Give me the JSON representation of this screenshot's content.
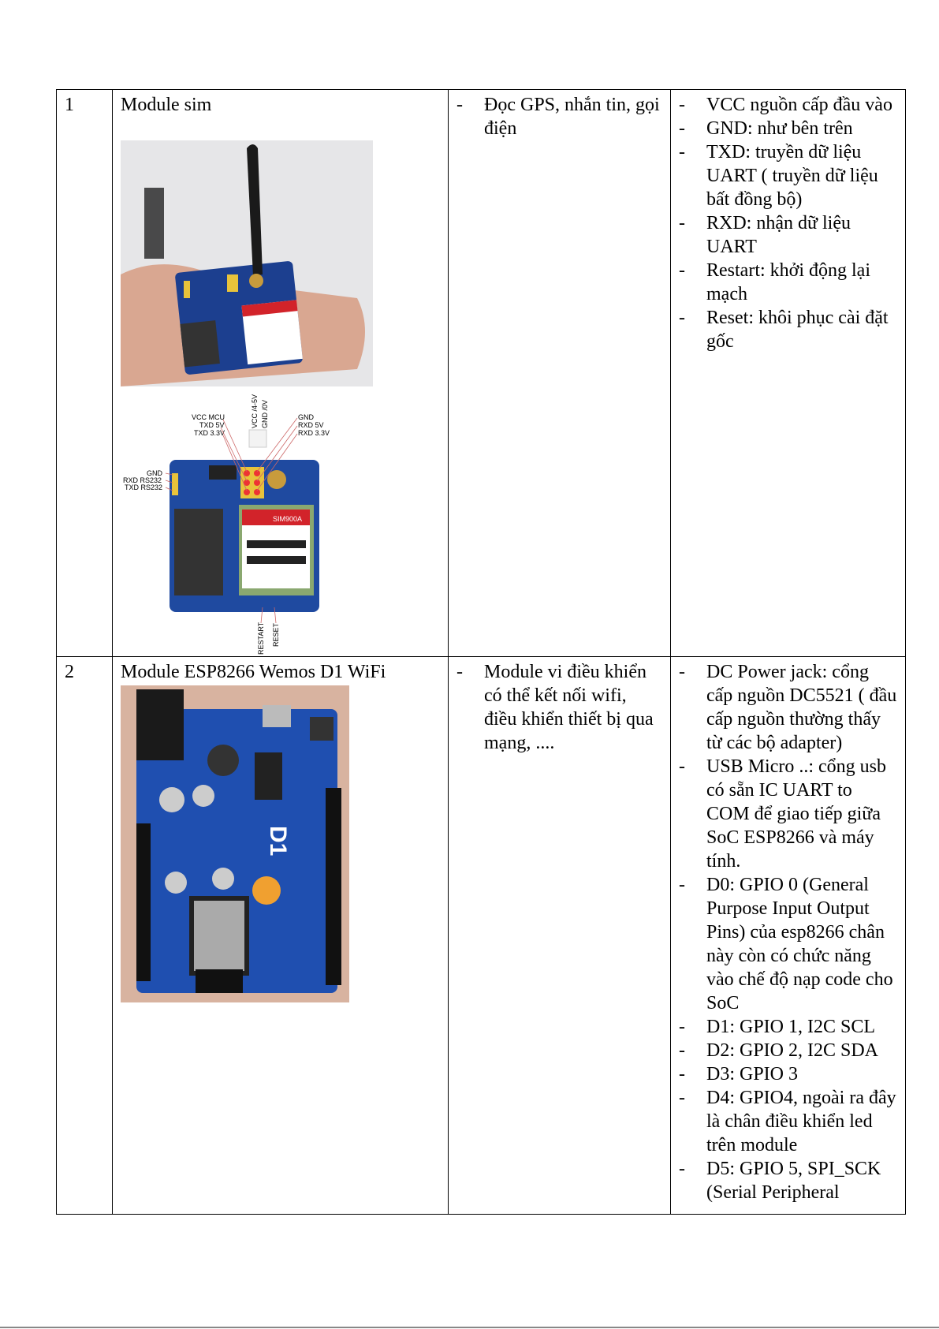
{
  "rows": [
    {
      "index": "1",
      "name": "Module sim",
      "function": [
        "Đọc GPS, nhắn tin, gọi điện"
      ],
      "pins": [
        "VCC nguồn cấp đầu vào",
        "GND: như bên trên",
        "TXD: truyền dữ liệu UART ( truyền dữ liệu bất đồng bộ)",
        "RXD: nhận dữ liệu UART",
        "Restart: khởi động lại mạch",
        "Reset: khôi phục cài đặt gốc"
      ],
      "diagram_labels": {
        "vcc": "VCC /4-5V",
        "gnd0": "GND /0V",
        "vcc_mcu": "VCC MCU",
        "txd5": "TXD 5V",
        "txd33": "TXD 3.3V",
        "gnd": "GND",
        "rxd5": "RXD 5V",
        "rxd33": "RXD 3.3V",
        "gnd2": "GND",
        "rxd232": "RXD RS232",
        "txd232": "TXD RS232",
        "restart": "RESTART",
        "reset": "RESET",
        "chip": "SIM900A"
      }
    },
    {
      "index": "2",
      "name": "Module ESP8266 Wemos D1 WiFi",
      "function": [
        "Module vi điều khiển có thể kết nối wifi, điều khiển thiết bị qua mạng, ...."
      ],
      "pins": [
        "DC Power jack: cổng cấp nguồn DC5521 ( đầu cấp nguồn thường thấy từ các bộ adapter)",
        "USB Micro ..: cổng usb có sẵn IC UART to COM để giao tiếp giữa SoC ESP8266 và máy tính.",
        "D0: GPIO 0 (General Purpose Input Output Pins) của esp8266 chân này còn có chức năng vào chế độ nạp code cho SoC",
        "D1: GPIO 1, I2C SCL",
        "D2: GPIO 2, I2C SDA",
        "D3: GPIO 3",
        "D4: GPIO4, ngoài ra đây là chân điều khiển led trên module",
        "D5: GPIO 5, SPI_SCK (Serial Peripheral"
      ],
      "board_label": "D1"
    }
  ]
}
